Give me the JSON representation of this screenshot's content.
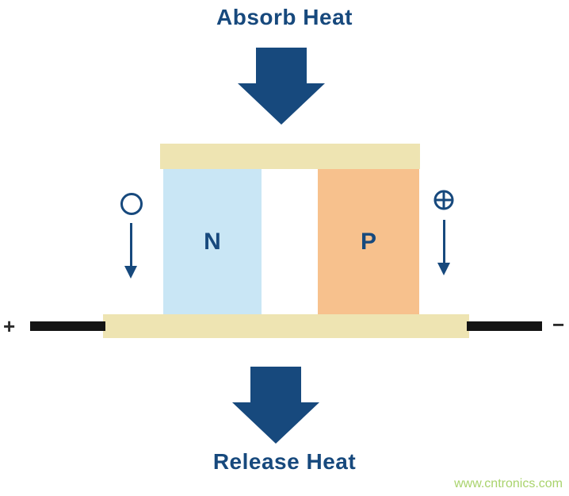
{
  "diagram": {
    "top_label": "Absorb Heat",
    "bottom_label": "Release Heat",
    "n_block_label": "N",
    "p_block_label": "P",
    "positive_terminal": "+",
    "negative_terminal": "−",
    "watermark": "www.cntronics.com"
  },
  "colors": {
    "navy": "#17497d",
    "plate": "#eee4b2",
    "n_block": "#c9e6f5",
    "p_block": "#f7c18d",
    "lead": "#141414",
    "terminal": "#2b2b2b",
    "watermark": "#a9d36c"
  }
}
